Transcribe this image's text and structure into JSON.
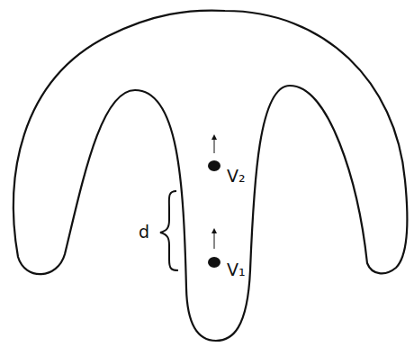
{
  "diagram": {
    "labels": [
      "V₂",
      "d",
      "V₁"
    ]
  }
}
